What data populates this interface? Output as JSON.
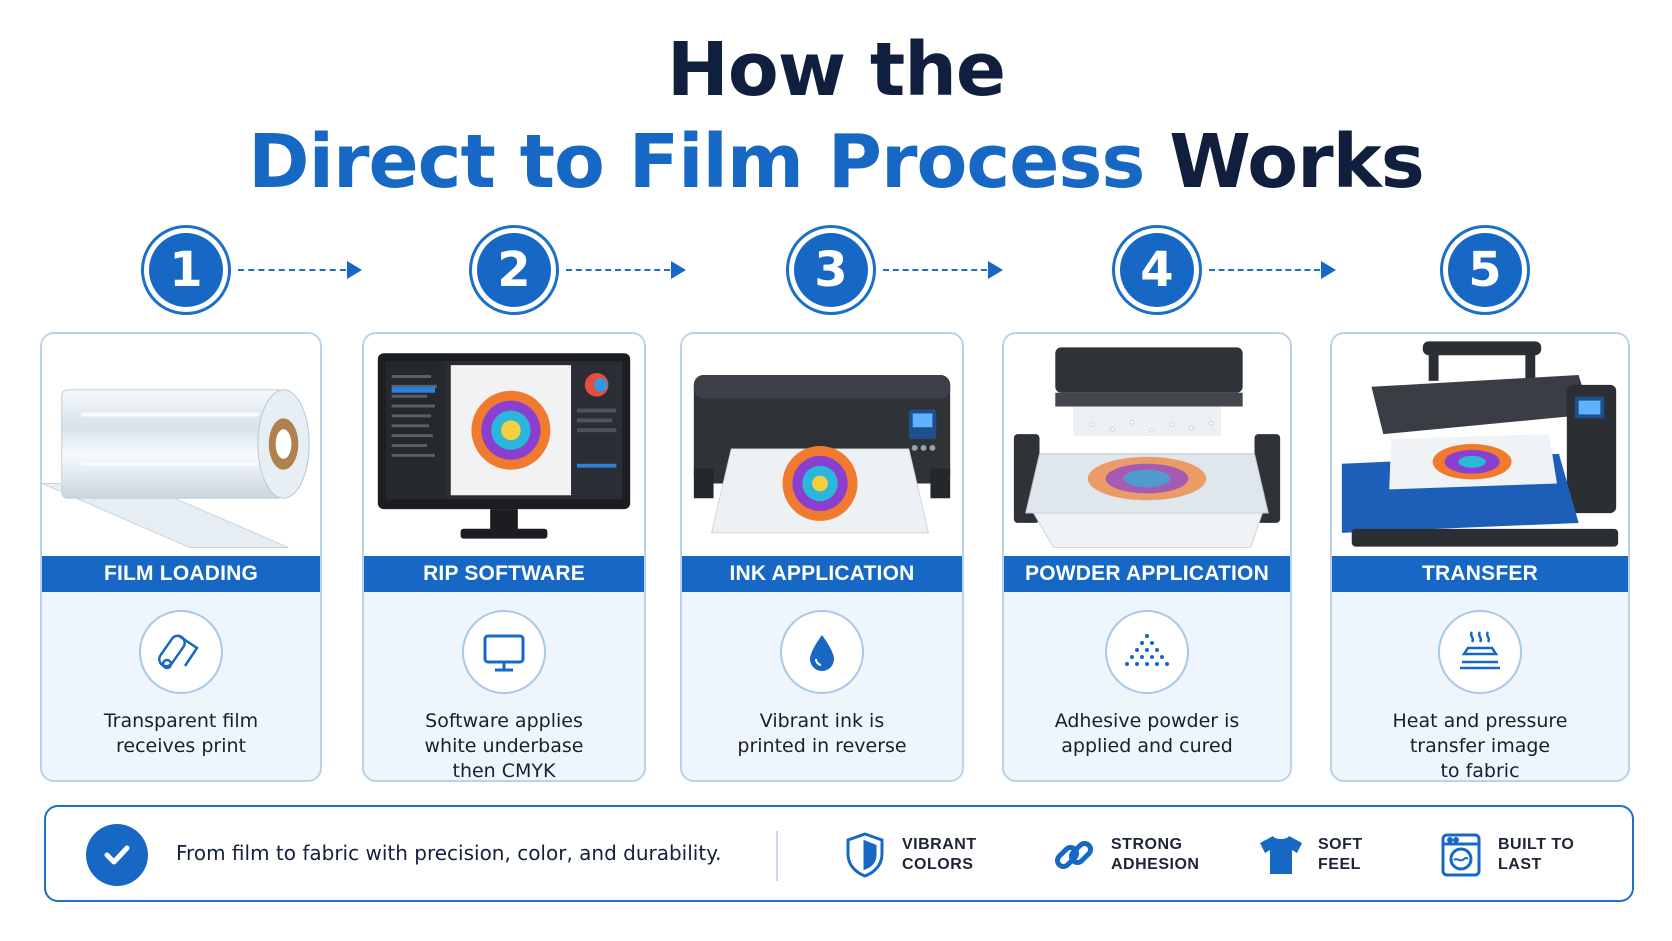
{
  "title": {
    "line1": "How the",
    "line2_highlight": "Direct to Film Process",
    "line2_rest": "Works"
  },
  "steps": [
    {
      "number": "1",
      "label": "FILM LOADING",
      "description": "Transparent film\nreceives print",
      "icon": "film-roll-icon",
      "image": "film-roll-image"
    },
    {
      "number": "2",
      "label": "RIP SOFTWARE",
      "description": "Software applies\nwhite underbase\nthen CMYK",
      "icon": "monitor-icon",
      "image": "computer-monitor-image"
    },
    {
      "number": "3",
      "label": "INK APPLICATION",
      "description": "Vibrant ink is\nprinted in reverse",
      "icon": "ink-drop-icon",
      "image": "printer-image"
    },
    {
      "number": "4",
      "label": "POWDER APPLICATION",
      "description": "Adhesive powder is\napplied and cured",
      "icon": "powder-dots-icon",
      "image": "powder-shaker-image"
    },
    {
      "number": "5",
      "label": "TRANSFER",
      "description": "Heat and pressure\ntransfer image\nto fabric",
      "icon": "heat-press-icon",
      "image": "heat-press-image"
    }
  ],
  "footer": {
    "tagline": "From film to fabric with precision, color, and durability.",
    "features": [
      {
        "label": "VIBRANT\nCOLORS",
        "icon": "shield-check-icon"
      },
      {
        "label": "STRONG\nADHESION",
        "icon": "chain-link-icon"
      },
      {
        "label": "SOFT\nFEEL",
        "icon": "tshirt-icon"
      },
      {
        "label": "BUILT TO\nLAST",
        "icon": "washing-machine-icon"
      }
    ]
  },
  "colors": {
    "primary": "#1668c4",
    "dark": "#0f1f3d",
    "card_bg": "#eef5fd",
    "card_border": "#b9d2ee"
  }
}
